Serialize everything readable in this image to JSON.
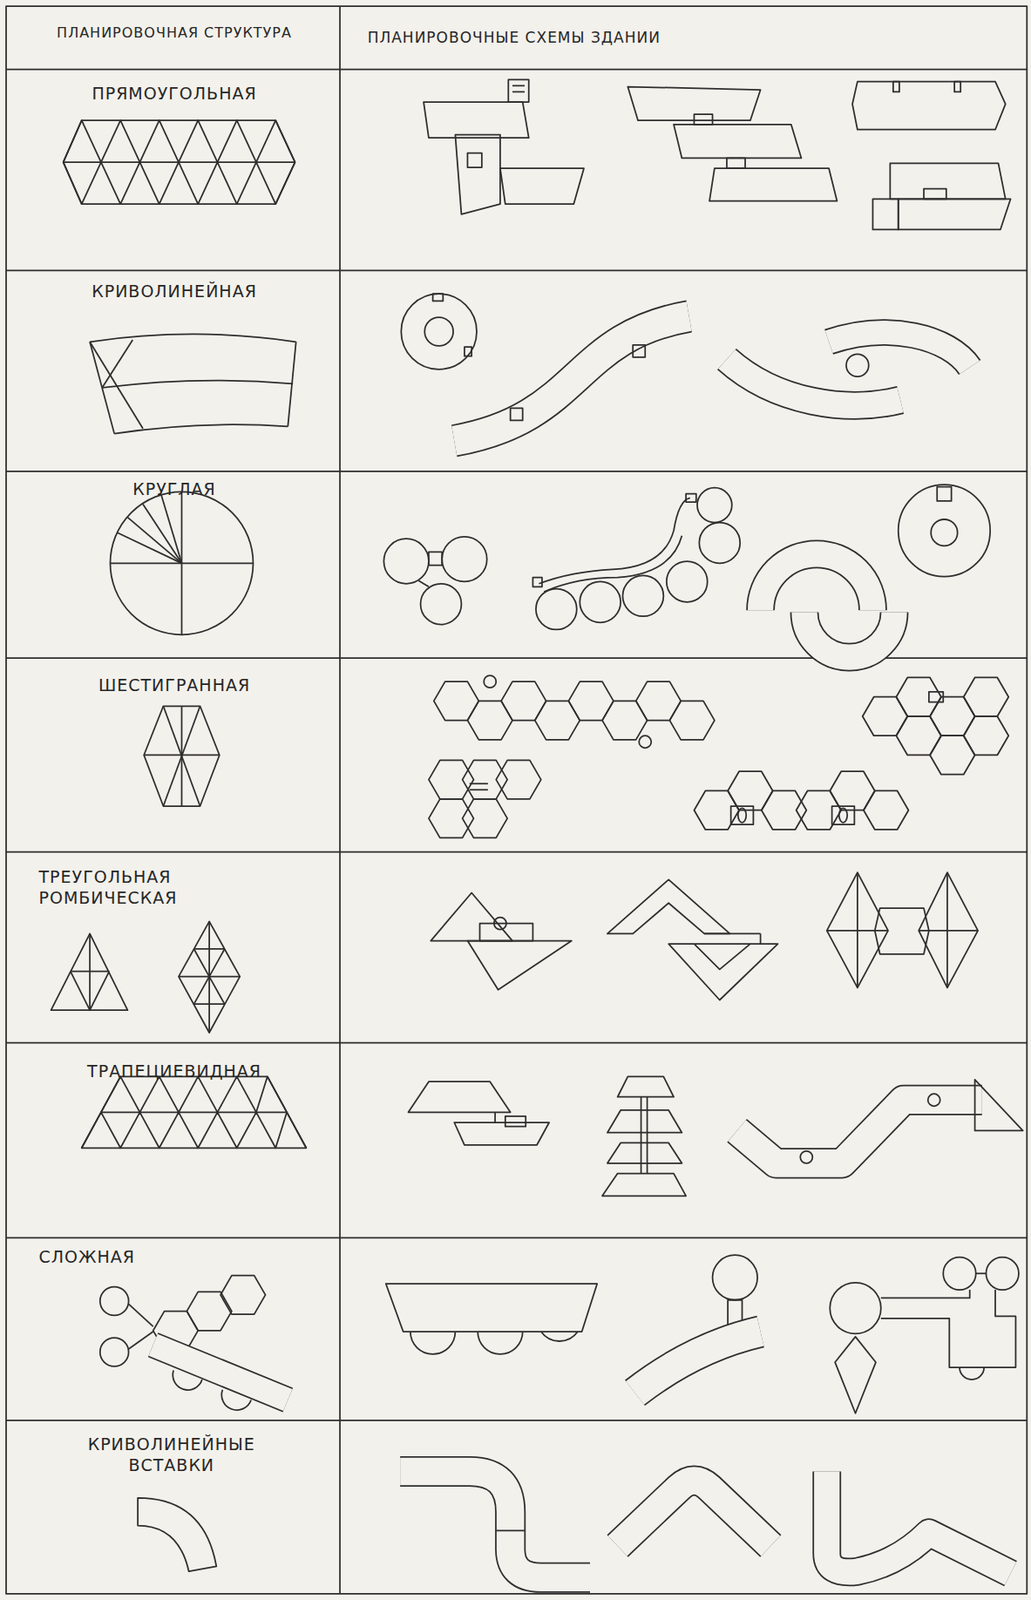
{
  "diagram": {
    "labels": [
      "ПЛАНИРОВОЧНАЯ СТРУКТУРА",
      "ПЛАНИРОВОЧНЫЕ СХЕМЫ ЗДАНИИ",
      "ПРЯМОУГОЛЬНАЯ",
      "КРИВОЛИНЕЙНАЯ",
      "КРУГЛАЯ",
      "ШЕСТИГРАННАЯ",
      "ТРЕУГОЛЬНАЯ РОМБИЧЕСКАЯ",
      "ТРАПЕЦИЕВИДНАЯ",
      "СЛОЖНАЯ",
      "КРИВОЛИНЕЙНЫЕ ВСТАВКИ"
    ]
  }
}
